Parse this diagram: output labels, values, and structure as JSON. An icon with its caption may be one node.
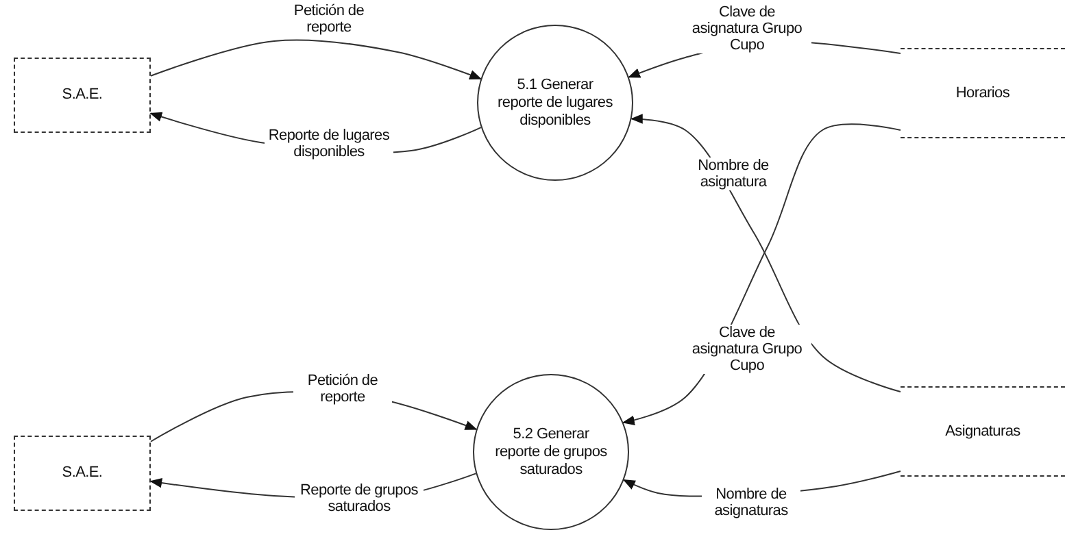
{
  "diagram": {
    "nodes": [
      {
        "text": [
          "S.A.E."
        ]
      },
      {
        "text": [
          "5.1 Generar reporte de lugares disponibles"
        ]
      },
      {
        "text": [
          "Horarios"
        ]
      },
      {
        "text": [
          "S.A.E."
        ]
      },
      {
        "text": [
          "5.2 Generar reporte de grupos saturados"
        ]
      },
      {
        "text": [
          "Asignaturas"
        ]
      }
    ],
    "edges": [
      {
        "from": 0,
        "to": 1,
        "arrow": "to",
        "label": "Petición de reporte"
      },
      {
        "from": 1,
        "to": 0,
        "arrow": "to",
        "label": "Reporte de lugares disponibles"
      },
      {
        "from": 2,
        "to": 1,
        "arrow": "to",
        "label": "Clave de asignatura Grupo Cupo"
      },
      {
        "from": 5,
        "to": 1,
        "arrow": "to",
        "label": "Nombre de asignatura"
      },
      {
        "from": 2,
        "to": 4,
        "arrow": "to",
        "label": "Clave de asignatura Grupo Cupo"
      },
      {
        "from": 3,
        "to": 4,
        "arrow": "to",
        "label": "Petición de reporte"
      },
      {
        "from": 4,
        "to": 3,
        "arrow": "to",
        "label": "Reporte de grupos saturados"
      },
      {
        "from": 5,
        "to": 4,
        "arrow": "to",
        "label": "Nombre de asignaturas"
      }
    ]
  }
}
